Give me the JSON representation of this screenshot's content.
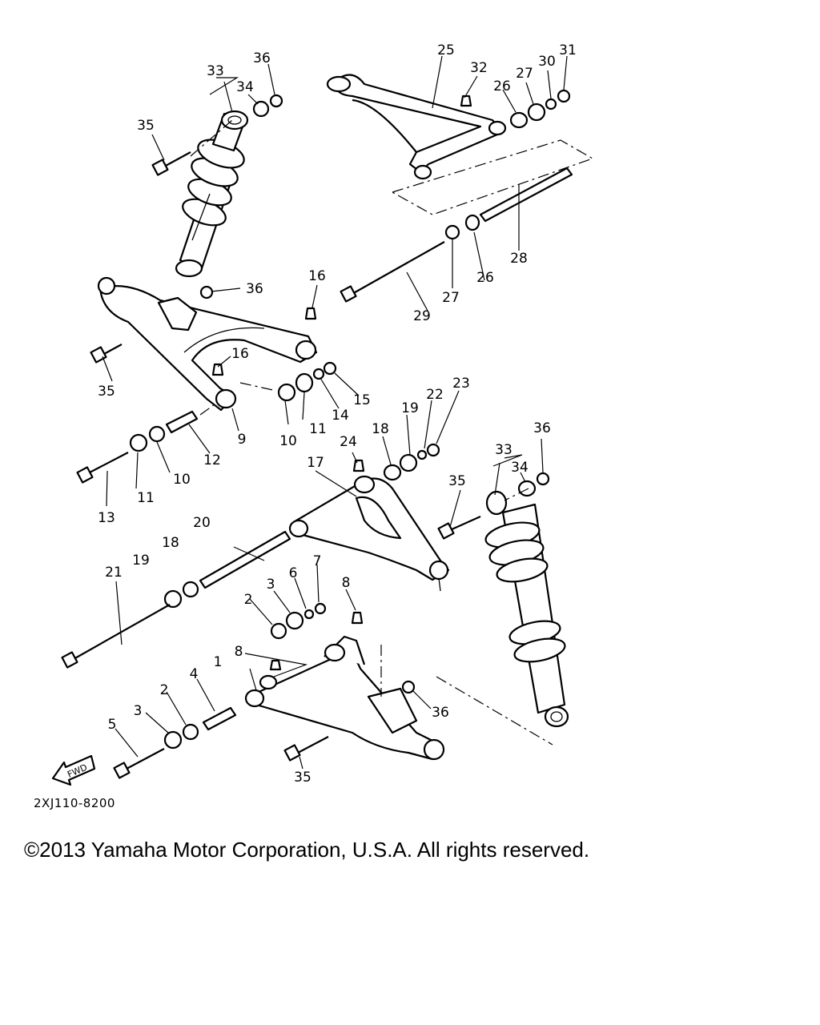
{
  "diagram": {
    "code": "2XJ110-8200",
    "direction_label": "FWD",
    "callouts": [
      "1",
      "2",
      "3",
      "4",
      "5",
      "6",
      "7",
      "8",
      "9",
      "10",
      "11",
      "12",
      "13",
      "14",
      "15",
      "16",
      "17",
      "18",
      "19",
      "20",
      "21",
      "22",
      "23",
      "24",
      "25",
      "26",
      "27",
      "28",
      "29",
      "30",
      "31",
      "32",
      "33",
      "34",
      "35",
      "36"
    ]
  },
  "footer": {
    "copyright": "©2013 Yamaha Motor Corporation, U.S.A. All rights reserved."
  }
}
